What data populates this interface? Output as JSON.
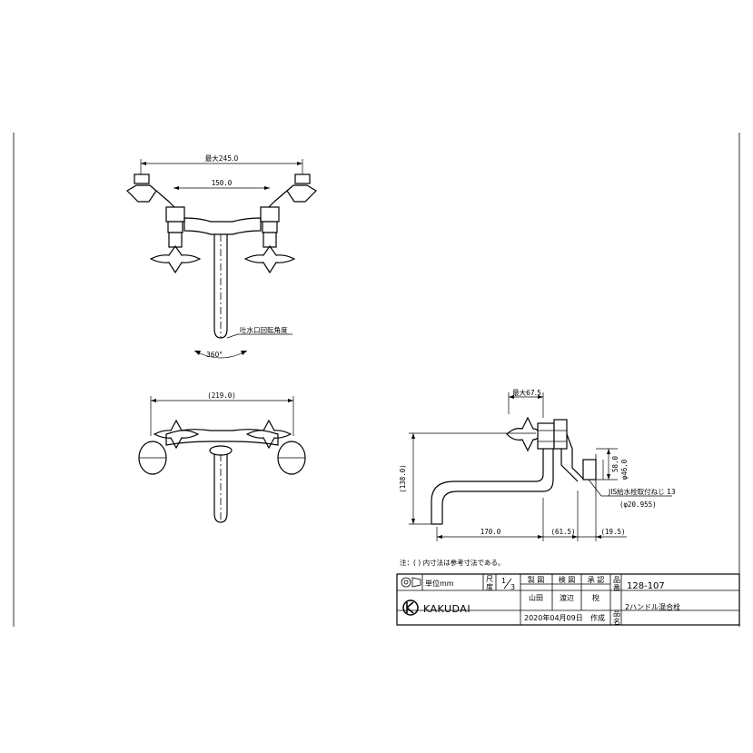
{
  "front_view": {
    "dim_overall": "最大245.0",
    "dim_center": "150.0",
    "rotation_label": "吐水口回転角度",
    "rotation_angle": "360°"
  },
  "bottom_view": {
    "dim_width": "(219.0)"
  },
  "side_view": {
    "dim_top": "最大67.5",
    "dim_height": "(138.0)",
    "dim_spout": "170.0",
    "dim_mid": "(61.5)",
    "dim_right": "(19.5)",
    "dim_v1": "58.0",
    "dim_v2": "φ46.0",
    "jis_label": "JIS給水栓取付ねじ 13",
    "jis_dim": "(φ20.955)"
  },
  "note": "注：(  ) 内寸法は参考寸法である。",
  "title_block": {
    "unit_label": "単位mm",
    "scale_label_1": "尺",
    "scale_label_2": "度",
    "scale_num": "1",
    "scale_den": "3",
    "role_1": "製 図",
    "role_2": "検 図",
    "role_3": "承 認",
    "name_1": "山田",
    "name_2": "渡辺",
    "name_3": "梲",
    "part_no_label_1": "品",
    "part_no_label_2": "番",
    "part_no": "128-107",
    "part_name_label_1": "品",
    "part_name_label_2": "名",
    "part_name": "2ハンドル混合栓",
    "date": "2020年04月09日",
    "date_suffix": "作成",
    "brand": "KAKUDAI"
  }
}
